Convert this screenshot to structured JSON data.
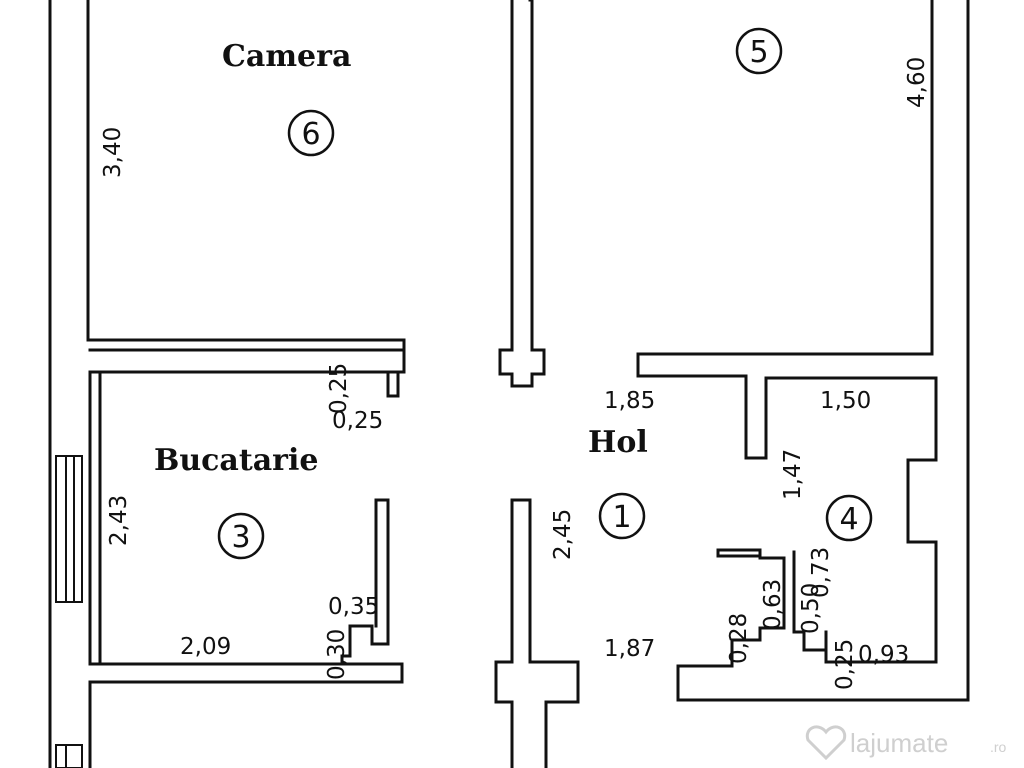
{
  "rooms": {
    "camera": "Camera",
    "bucatarie": "Bucatarie",
    "hol": "Hol"
  },
  "room_numbers": {
    "r1": "1",
    "r3": "3",
    "r4": "4",
    "r5": "5",
    "r6": "6"
  },
  "dimensions": {
    "d_3_40": "3,40",
    "d_4_60": "4,60",
    "d_0_25_a": "0,25",
    "d_0_25_b": "0,25",
    "d_1_85": "1,85",
    "d_1_50": "1,50",
    "d_2_43": "2,43",
    "d_2_45": "2,45",
    "d_1_47": "1,47",
    "d_0_35": "0,35",
    "d_0_30": "0,30",
    "d_2_09": "2,09",
    "d_1_87": "1,87",
    "d_0_28": "0,28",
    "d_0_63": "0,63",
    "d_0_73": "0,73",
    "d_0_50": "0,50",
    "d_0_25_c": "0,25",
    "d_0_93": "0,93"
  },
  "watermark": {
    "text": "lajumate",
    "suffix": ".ro",
    "icon": "heart-icon"
  }
}
